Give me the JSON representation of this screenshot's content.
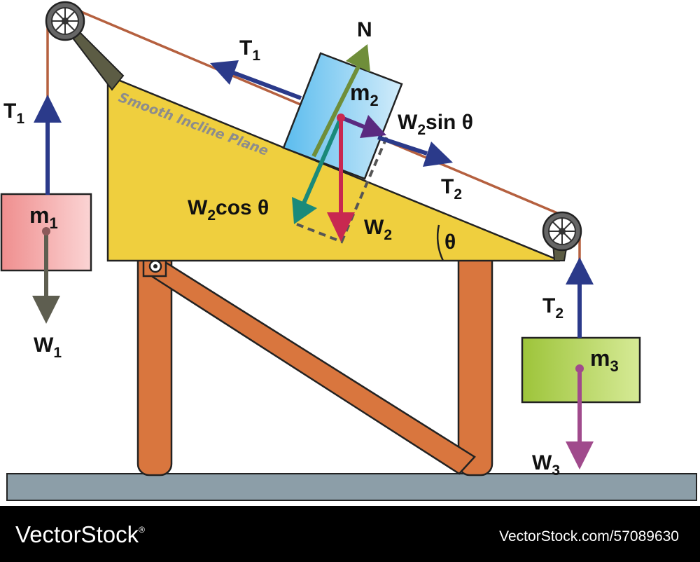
{
  "diagram": {
    "incline_label": "Smooth Incline Plane",
    "angle": "θ",
    "blocks": {
      "m1": {
        "base": "m",
        "sub": "1"
      },
      "m2": {
        "base": "m",
        "sub": "2"
      },
      "m3": {
        "base": "m",
        "sub": "3"
      }
    },
    "forces": {
      "N": "N",
      "T1_left": {
        "base": "T",
        "sub": "1"
      },
      "T1_incline": {
        "base": "T",
        "sub": "1"
      },
      "T2_incline": {
        "base": "T",
        "sub": "2"
      },
      "T2_right": {
        "base": "T",
        "sub": "2"
      },
      "W1": {
        "base": "W",
        "sub": "1"
      },
      "W2": {
        "base": "W",
        "sub": "2"
      },
      "W3": {
        "base": "W",
        "sub": "3"
      },
      "W2_sin": {
        "base": "W",
        "sub": "2",
        "rest": "sin θ"
      },
      "W2_cos": {
        "base": "W",
        "sub": "2",
        "rest": "cos θ"
      }
    },
    "colors": {
      "incline": "#efcf3e",
      "stand": "#d9763e",
      "rope": "#b5603f",
      "tension_arrow": "#2b3a8a",
      "normal_arrow": "#6f8e3a",
      "weight_arrow": "#c82850",
      "w1_arrow": "#5e5e50",
      "w3_arrow": "#a04a8c",
      "w2cos_arrow": "#1a8a7a",
      "w2sin_arrow": "#5a2a80",
      "block_m1": "#f4a4a4",
      "block_m2": "#8fd0f2",
      "block_m3": "#b0d468",
      "ground": "#8c9ea8"
    }
  },
  "watermark": {
    "brand": "VectorStock",
    "registered": "®",
    "url": "VectorStock.com/57089630"
  }
}
